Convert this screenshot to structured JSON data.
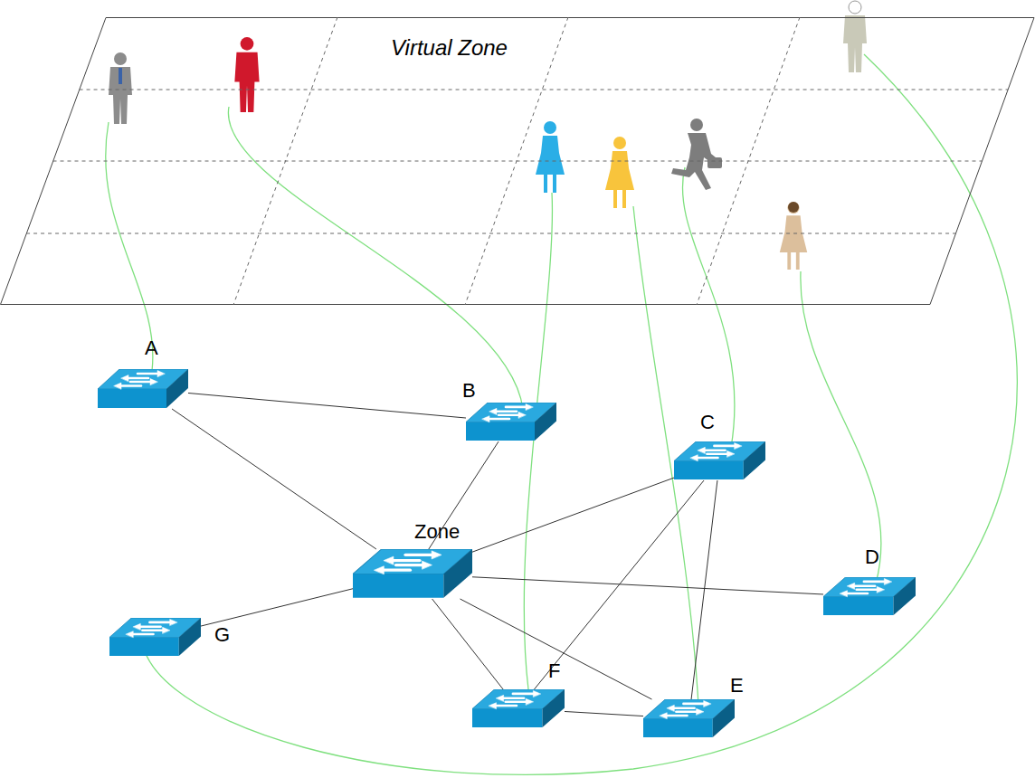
{
  "diagram": {
    "nodes": [
      {
        "text": [
          "Virtual Zone"
        ]
      },
      {
        "text": [
          "A"
        ]
      },
      {
        "text": [
          "B"
        ]
      },
      {
        "text": [
          "C"
        ]
      },
      {
        "text": [
          "Zone"
        ]
      },
      {
        "text": [
          "D"
        ]
      },
      {
        "text": [
          "G"
        ]
      },
      {
        "text": [
          "F"
        ]
      },
      {
        "text": [
          "E"
        ]
      }
    ],
    "edges": [
      {
        "from": 1,
        "to": 2,
        "arrow": "none"
      },
      {
        "from": 1,
        "to": 4,
        "arrow": "none"
      },
      {
        "from": 2,
        "to": 4,
        "arrow": "none"
      },
      {
        "from": 3,
        "to": 4,
        "arrow": "none"
      },
      {
        "from": 3,
        "to": 7,
        "arrow": "none"
      },
      {
        "from": 3,
        "to": 8,
        "arrow": "none"
      },
      {
        "from": 4,
        "to": 5,
        "arrow": "none"
      },
      {
        "from": 4,
        "to": 6,
        "arrow": "none"
      },
      {
        "from": 4,
        "to": 7,
        "arrow": "none"
      },
      {
        "from": 4,
        "to": 8,
        "arrow": "none"
      },
      {
        "from": 7,
        "to": 8,
        "arrow": "none"
      }
    ]
  }
}
